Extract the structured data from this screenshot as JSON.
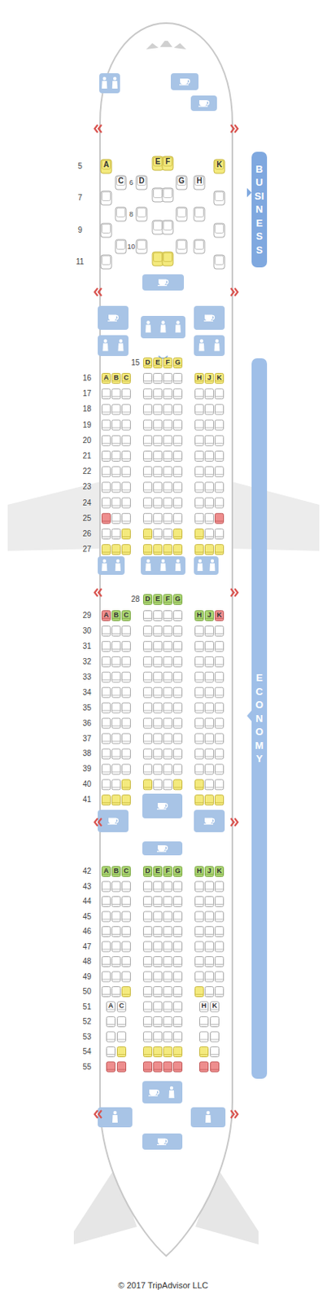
{
  "diagram": {
    "nodes": [
      {
        "text": [
          "BUSINESS"
        ]
      },
      {
        "text": [
          "ECONOMY"
        ]
      }
    ],
    "labels": [
      "5",
      "A",
      "E",
      "F",
      "K",
      "C",
      "6",
      "D",
      "G",
      "H",
      "7",
      "8",
      "9",
      "10",
      "11",
      "15",
      "D",
      "E",
      "F",
      "G",
      "16",
      "A",
      "B",
      "C",
      "H",
      "J",
      "K",
      "17",
      "18",
      "19",
      "20",
      "21",
      "22",
      "23",
      "24",
      "25",
      "26",
      "27",
      "28",
      "D",
      "E",
      "F",
      "G",
      "29",
      "A",
      "B",
      "C",
      "H",
      "J",
      "K",
      "30",
      "31",
      "32",
      "33",
      "34",
      "35",
      "36",
      "37",
      "38",
      "39",
      "40",
      "41",
      "42",
      "A",
      "B",
      "C",
      "D",
      "E",
      "F",
      "G",
      "H",
      "J",
      "K",
      "43",
      "44",
      "45",
      "46",
      "47",
      "48",
      "49",
      "50",
      "51",
      "A",
      "C",
      "H",
      "K",
      "52",
      "53",
      "54",
      "55",
      "© 2017 TripAdvisor LLC"
    ]
  }
}
